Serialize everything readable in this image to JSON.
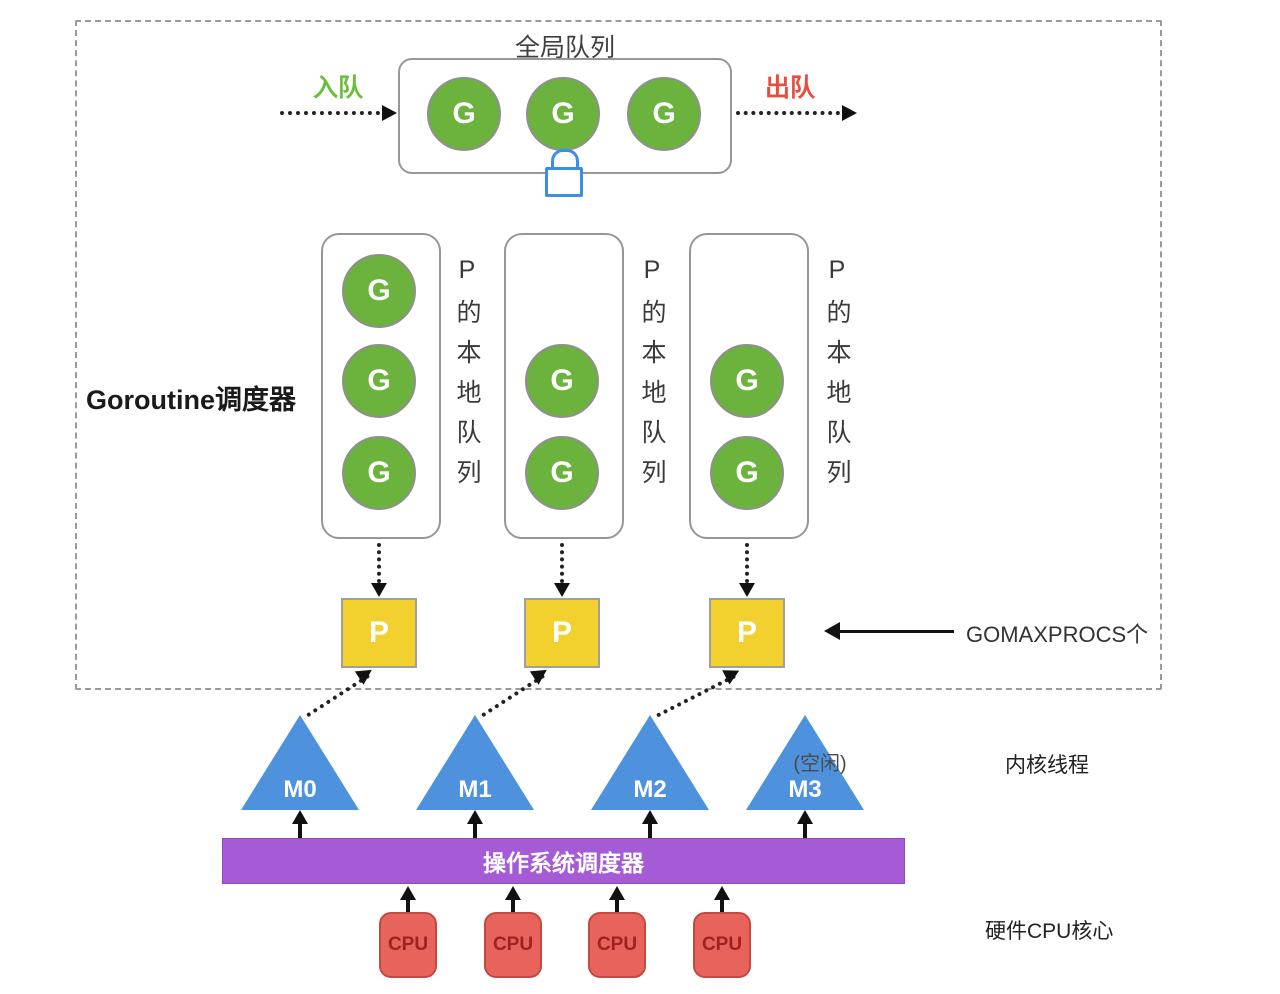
{
  "colors": {
    "goroutine_green": "#6cb33e",
    "processor_yellow": "#f2d12e",
    "machine_blue": "#4e92de",
    "os_purple": "#a55bd5",
    "cpu_red": "#e8635c",
    "enqueue_green": "#6abf3a",
    "dequeue_red": "#e84c3d",
    "lock_blue": "#3b8fe8"
  },
  "global_queue": {
    "title": "全局队列",
    "enqueue_label": "入队",
    "dequeue_label": "出队",
    "goroutines": [
      "G",
      "G",
      "G"
    ]
  },
  "scheduler_label": "Goroutine调度器",
  "local_queues": [
    {
      "label": "P的本地队列",
      "goroutines": [
        "G",
        "G",
        "G"
      ]
    },
    {
      "label": "P的本地队列",
      "goroutines": [
        "G",
        "G"
      ]
    },
    {
      "label": "P的本地队列",
      "goroutines": [
        "G",
        "G"
      ]
    }
  ],
  "processors": [
    {
      "label": "P"
    },
    {
      "label": "P"
    },
    {
      "label": "P"
    }
  ],
  "gomaxprocs_label": "GOMAXPROCS个",
  "machines": [
    {
      "label": "M0"
    },
    {
      "label": "M1"
    },
    {
      "label": "M2"
    },
    {
      "label": "M3",
      "note": "(空闲)"
    }
  ],
  "kernel_thread_label": "内核线程",
  "os_scheduler_label": "操作系统调度器",
  "cpus": [
    {
      "label": "CPU"
    },
    {
      "label": "CPU"
    },
    {
      "label": "CPU"
    },
    {
      "label": "CPU"
    }
  ],
  "hardware_cpu_label": "硬件CPU核心"
}
